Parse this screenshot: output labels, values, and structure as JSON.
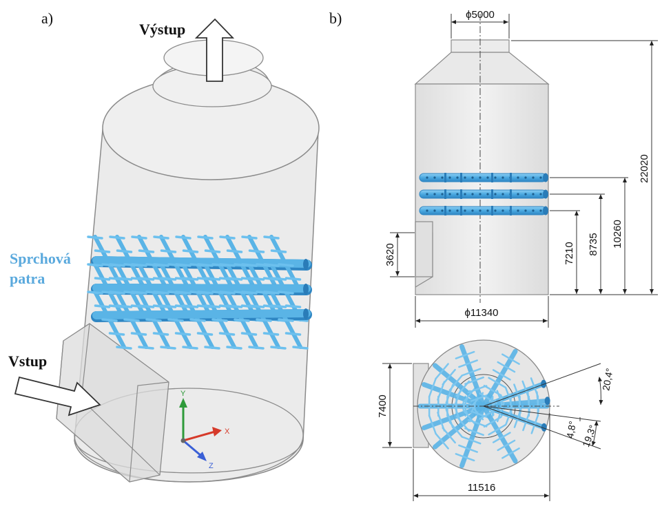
{
  "panel_a": {
    "label": "a)",
    "outlet_label": "Výstup",
    "inlet_label": "Vstup",
    "spray_label_line1": "Sprchová",
    "spray_label_line2": "patra",
    "axes": {
      "y": "Y",
      "x": "X",
      "z": "Z"
    }
  },
  "panel_b": {
    "label": "b)",
    "dims": {
      "top_diameter": "ϕ5000",
      "total_height": "22020",
      "level_top": "10260",
      "level_mid": "8735",
      "level_low": "7210",
      "inlet_height": "3620",
      "shell_diameter": "ϕ11340",
      "plan_width": "11516",
      "plan_inlet_width": "7400",
      "angle_top": "20,4°",
      "angle_small": "4,8°",
      "angle_bottom": "19,3°"
    }
  },
  "colors": {
    "pipe_blue": "#5ab4e6",
    "pipe_blue_dark": "#2f86c3",
    "label_blue": "#5aa9dd",
    "shell_fill": "#ececec",
    "shell_stroke": "#8a8a8a"
  }
}
